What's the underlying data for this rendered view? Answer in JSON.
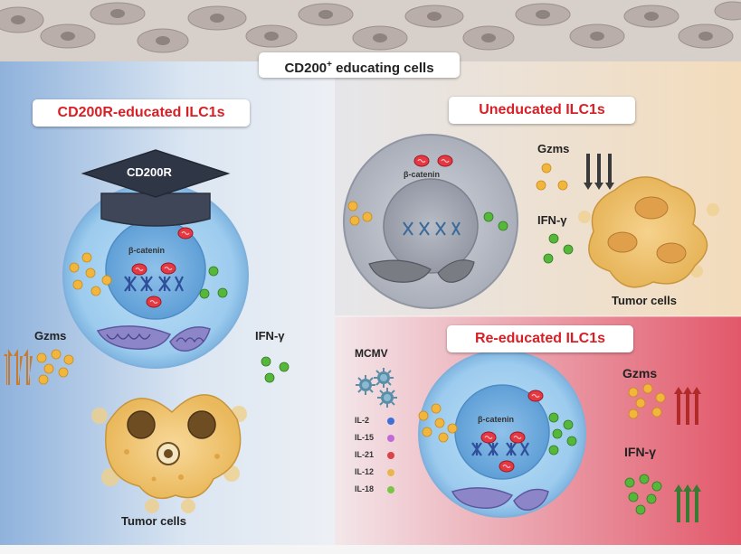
{
  "title": {
    "prefix": "CD200",
    "superscript": "+",
    "suffix": " educating cells"
  },
  "panels": {
    "educated": {
      "heading": "CD200R-educated ILC1s",
      "cap_label": "CD200R",
      "beta_catenin": "β-catenin",
      "gzms": "Gzms",
      "ifn": "IFN-γ",
      "tumor": "Tumor cells"
    },
    "uneducated": {
      "heading": "Uneducated ILC1s",
      "beta_catenin": "β-catenin",
      "gzms": "Gzms",
      "ifn": "IFN-γ",
      "tumor": "Tumor cells"
    },
    "reeducated": {
      "heading": "Re-educated ILC1s",
      "virus": "MCMV",
      "beta_catenin": "β-catenin",
      "gzms": "Gzms",
      "ifn": "IFN-γ",
      "cytokines": [
        {
          "label": "IL-2",
          "color": "#3f6fd8"
        },
        {
          "label": "IL-15",
          "color": "#c06ad8"
        },
        {
          "label": "IL-21",
          "color": "#d9434a"
        },
        {
          "label": "IL-12",
          "color": "#e7b74a"
        },
        {
          "label": "IL-18",
          "color": "#7cc443"
        }
      ]
    }
  },
  "colors": {
    "gzm_dot": "#f2b63c",
    "ifn_dot": "#55b83a",
    "up_arrow_orange": "#c97a2a",
    "up_arrow_red": "#b02a2a",
    "up_arrow_green": "#3b7a32",
    "down_arrow_dark": "#3a3a3a",
    "accent_red": "#d81f26"
  }
}
